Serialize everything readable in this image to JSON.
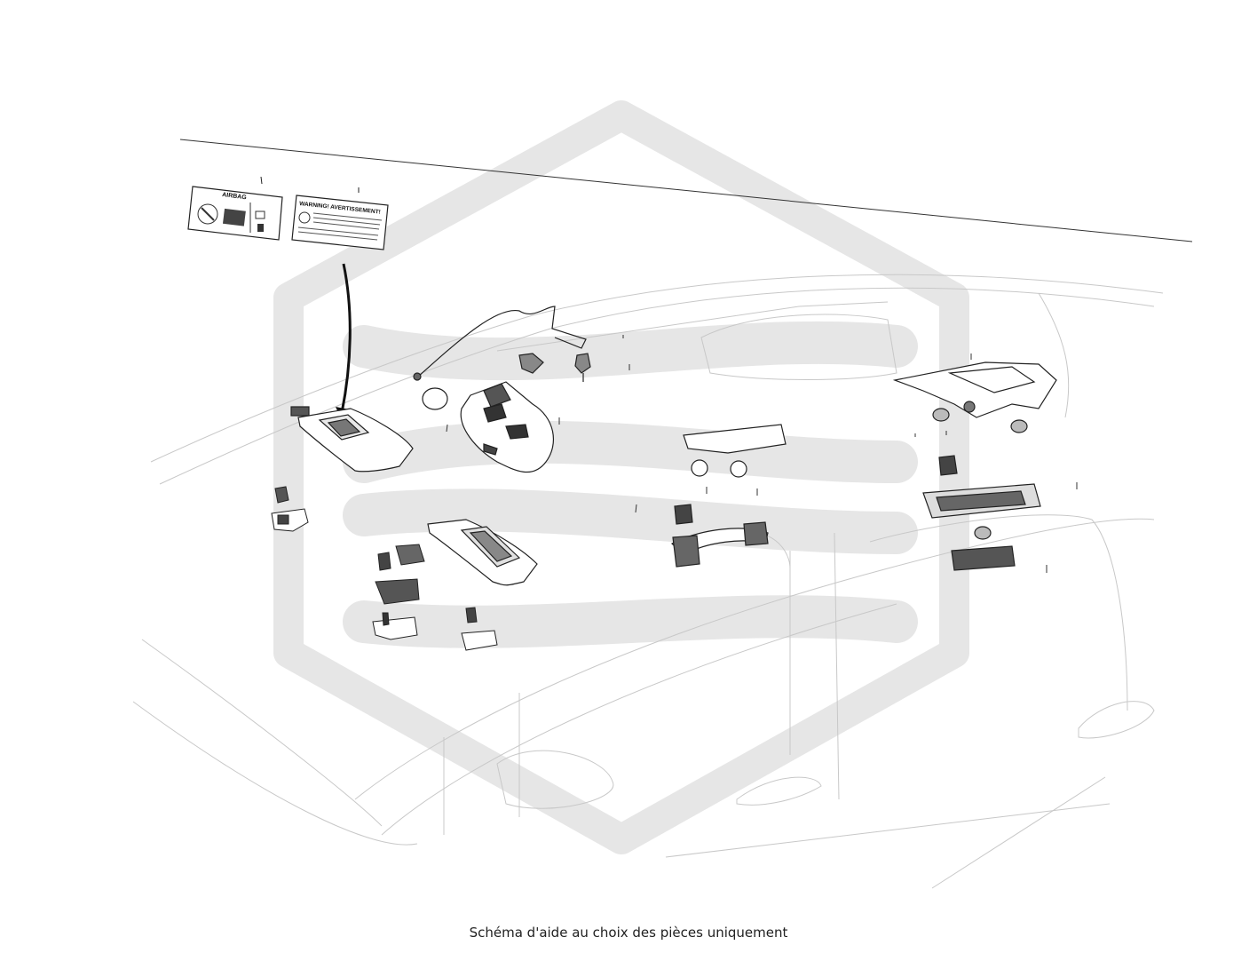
{
  "caption": "Schéma d'aide au choix des pièces uniquement",
  "labels": {
    "airbag_title": "AIRBAG",
    "warning_title": "WARNING! AVERTISSEMENT!"
  },
  "watermark_color": "#e6e6e6",
  "line_color": "#222222",
  "ghost_color": "#c8c8c8"
}
